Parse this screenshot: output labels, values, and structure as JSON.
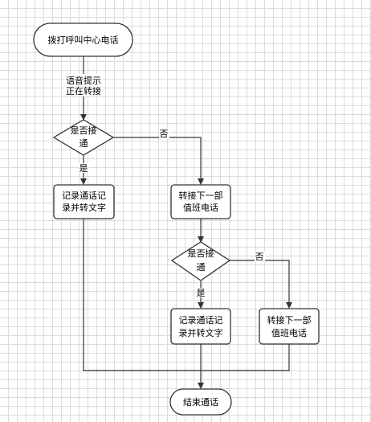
{
  "nodes": {
    "start": {
      "label": "拨打呼叫中心电话"
    },
    "decision_1": {
      "lines": [
        "是否接",
        "通"
      ]
    },
    "record_1": {
      "lines": [
        "记录通话记",
        "录并转文字"
      ]
    },
    "transfer_1": {
      "lines": [
        "转接下一部",
        "值班电话"
      ]
    },
    "decision_2": {
      "lines": [
        "是否接",
        "通"
      ]
    },
    "record_2": {
      "lines": [
        "记录通话记",
        "录并转文字"
      ]
    },
    "transfer_2": {
      "lines": [
        "转接下一部",
        "值班电话"
      ]
    },
    "end": {
      "label": "结束通话"
    }
  },
  "edges": {
    "prompt": {
      "lines": [
        "语音提示",
        "正在转接"
      ]
    },
    "d1_yes": {
      "label": "是"
    },
    "d1_no": {
      "label": "否"
    },
    "d2_yes": {
      "label": "是"
    },
    "d2_no": {
      "label": "否"
    }
  }
}
